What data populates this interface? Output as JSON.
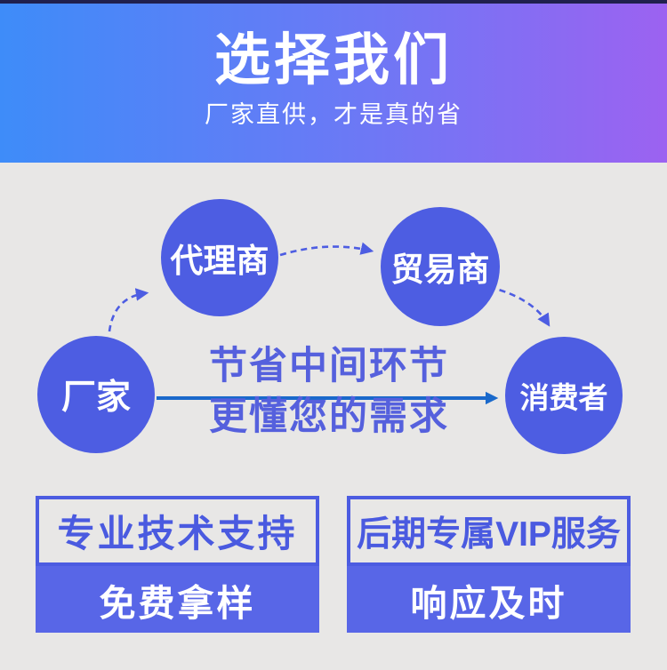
{
  "page": {
    "background": "#e8e7e6"
  },
  "header": {
    "top_bar_color": "#20204e",
    "gradient_start": "#3e8cf9",
    "gradient_end": "#9c62f1",
    "title": "选择我们",
    "subtitle": "厂家直供，才是真的省"
  },
  "diagram": {
    "node_color": "#4d5de2",
    "dashed_arrow_color": "#4d5de2",
    "solid_arrow_color": "#1a69cb",
    "nodes": [
      {
        "id": "factory",
        "label": "厂家"
      },
      {
        "id": "agent",
        "label": "代理商"
      },
      {
        "id": "trader",
        "label": "贸易商"
      },
      {
        "id": "consumer",
        "label": "消费者"
      }
    ],
    "flow_dashed": [
      "厂家 → 代理商",
      "代理商 → 贸易商",
      "贸易商 → 消费者"
    ],
    "flow_solid": "厂家 → 消费者",
    "center_text": {
      "line1": "节省中间环节",
      "line2": "更懂您的需求",
      "color": "#5560dd"
    }
  },
  "cards": [
    {
      "top_label": "专业技术支持",
      "bottom_label": "免费拿样"
    },
    {
      "top_label": "后期专属VIP服务",
      "bottom_label": "响应及时"
    }
  ],
  "card_style": {
    "border_color": "#4c5ce1",
    "top_text_color": "#4a5ae0",
    "bottom_bg": "#5866e7",
    "bottom_text_color": "#ffffff"
  }
}
